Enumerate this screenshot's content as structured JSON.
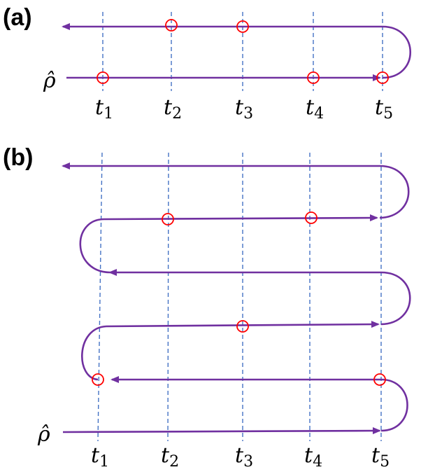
{
  "panels": [
    {
      "label": "(a)",
      "state_label": "ρ̂",
      "time_labels": [
        {
          "base": "t",
          "sub": "1"
        },
        {
          "base": "t",
          "sub": "2"
        },
        {
          "base": "t",
          "sub": "3"
        },
        {
          "base": "t",
          "sub": "4"
        },
        {
          "base": "t",
          "sub": "5"
        }
      ]
    },
    {
      "label": "(b)",
      "state_label": "ρ̂",
      "time_labels": [
        {
          "base": "t",
          "sub": "1"
        },
        {
          "base": "t",
          "sub": "2"
        },
        {
          "base": "t",
          "sub": "3"
        },
        {
          "base": "t",
          "sub": "4"
        },
        {
          "base": "t",
          "sub": "5"
        }
      ]
    }
  ],
  "colors": {
    "contour": "#7030a0",
    "time_lines": "#4472c4",
    "markers": "#ff0000"
  }
}
